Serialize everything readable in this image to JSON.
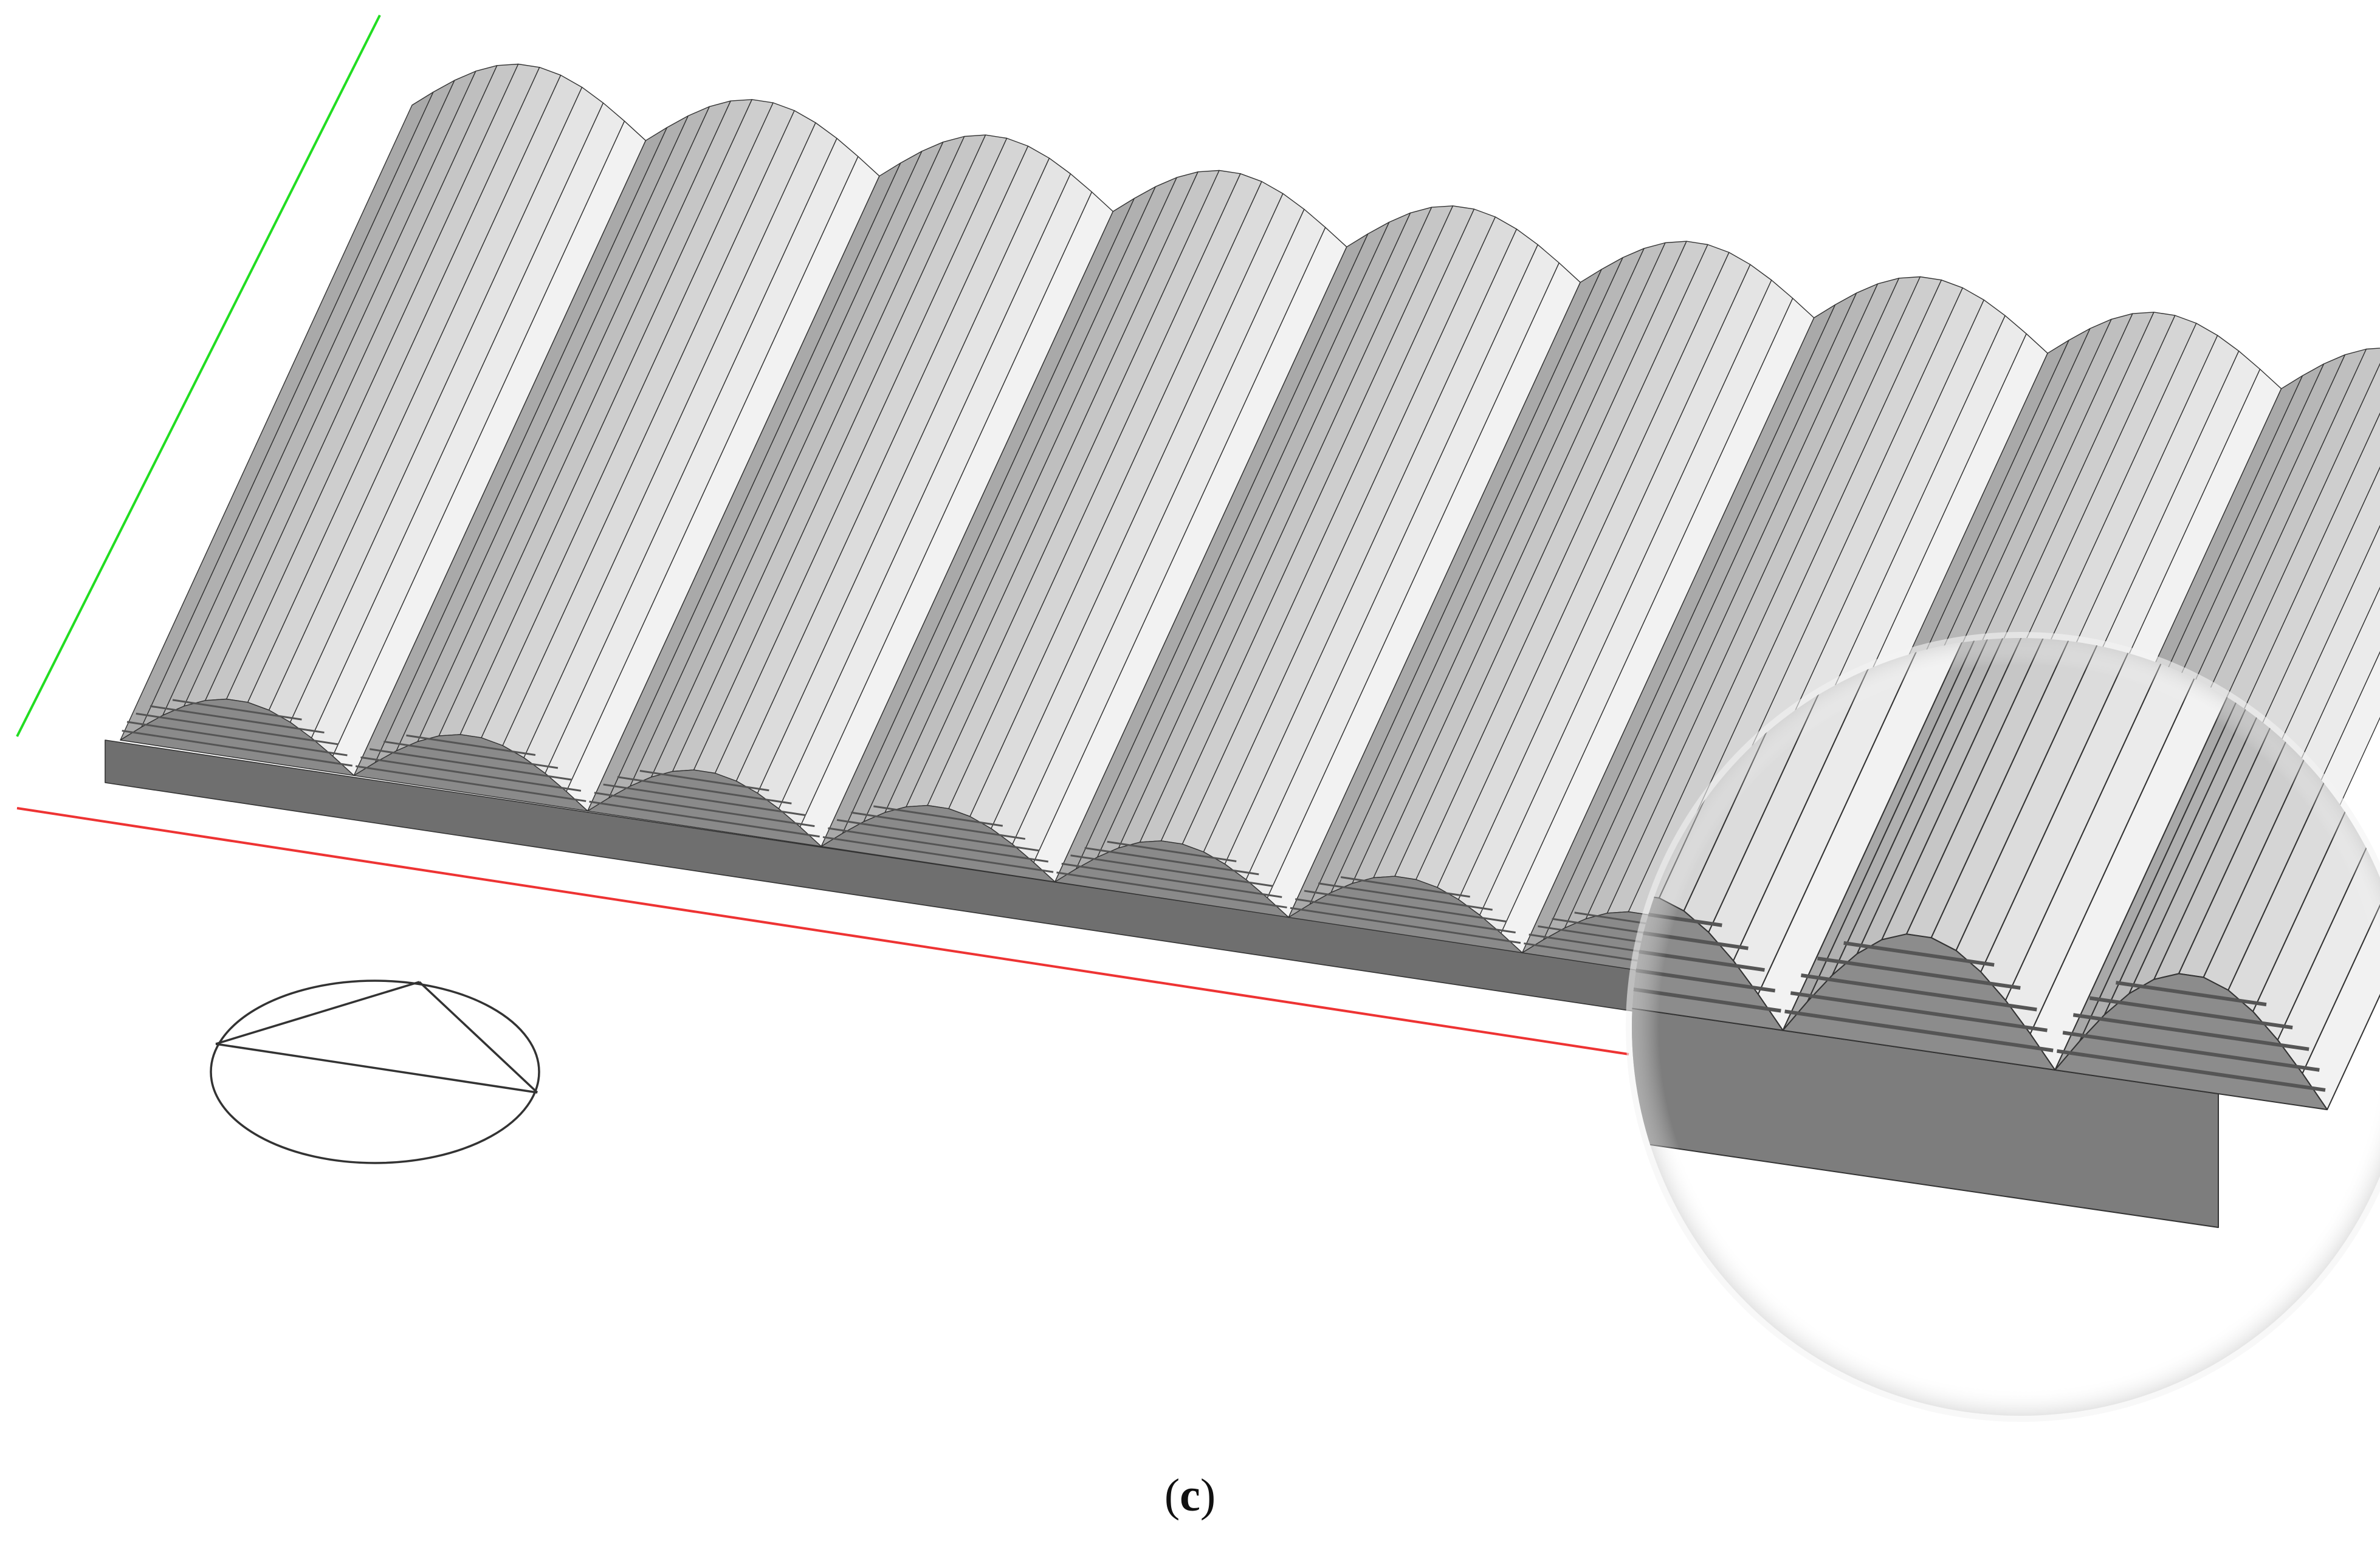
{
  "figure": {
    "panel_label_open": "(",
    "panel_label_letter": "c",
    "panel_label_close": ")"
  },
  "model": {
    "ridge_count": 9,
    "facets_per_ridge": 11,
    "deposition_layers": 6
  },
  "colors": {
    "background": "#ffffff",
    "green_axis": "#22dd22",
    "red_axis": "#ee3333",
    "base_side": "#6f6f6f",
    "outline": "#333333"
  }
}
